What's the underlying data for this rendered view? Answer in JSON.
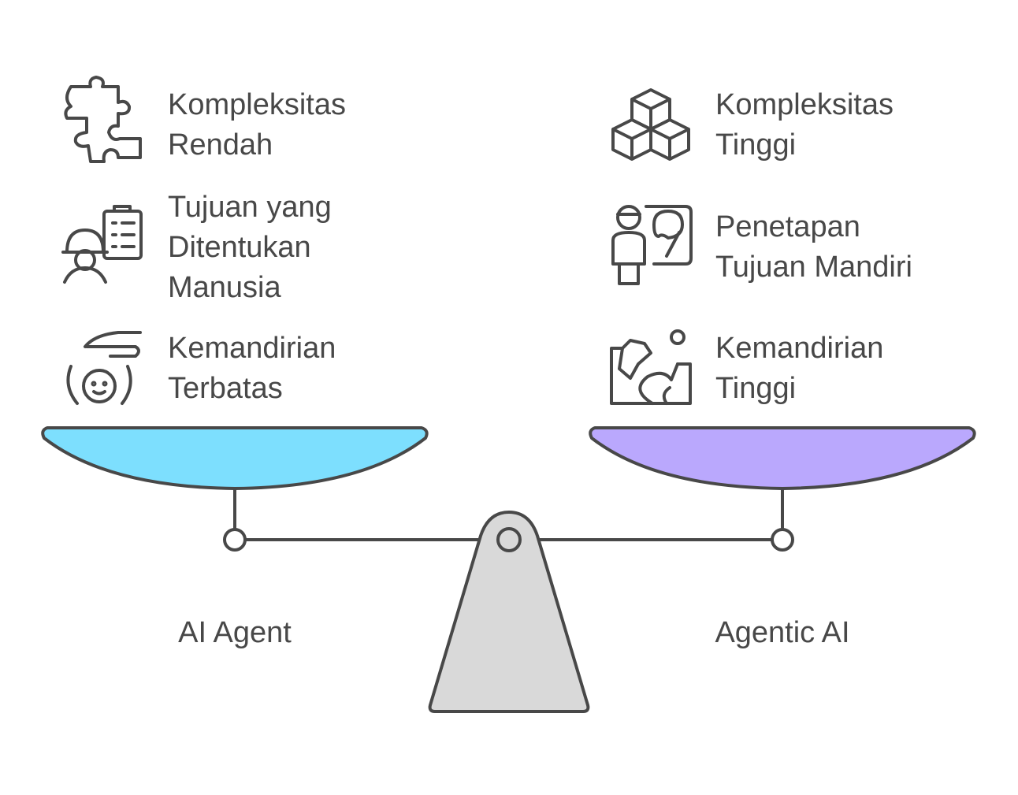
{
  "left": {
    "label": "AI Agent",
    "pan_color": "#7ddffe",
    "items": [
      {
        "icon": "puzzle-icon",
        "lines": [
          "Kompleksitas",
          "Rendah"
        ]
      },
      {
        "icon": "worker-checklist-icon",
        "lines": [
          "Tujuan yang",
          "Ditentukan",
          "Manusia"
        ]
      },
      {
        "icon": "hand-child-icon",
        "lines": [
          "Kemandirian",
          "Terbatas"
        ]
      }
    ]
  },
  "right": {
    "label": "Agentic AI",
    "pan_color": "#baa8fd",
    "items": [
      {
        "icon": "cubes-icon",
        "lines": [
          "Kompleksitas",
          "Tinggi"
        ]
      },
      {
        "icon": "painter-palette-icon",
        "lines": [
          "Penetapan",
          "Tujuan Mandiri"
        ]
      },
      {
        "icon": "landscape-path-icon",
        "lines": [
          "Kemandirian",
          "Tinggi"
        ]
      }
    ]
  },
  "colors": {
    "stroke": "#484848",
    "fulcrum": "#d9d9d9"
  }
}
